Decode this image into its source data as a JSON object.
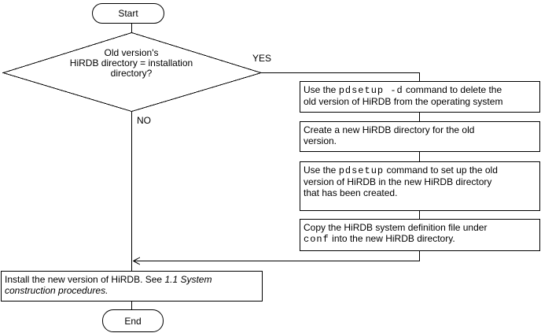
{
  "flow": {
    "start_label": "Start",
    "end_label": "End",
    "yes_label": "YES",
    "no_label": "NO",
    "decision": {
      "lines": [
        "Old version's",
        "HiRDB directory = installation",
        "directory?"
      ]
    },
    "steps": [
      {
        "lines": [
          [
            {
              "t": "Use the "
            },
            {
              "t": "pdsetup -d"
            },
            {
              "t": " command to delete the"
            }
          ],
          [
            {
              "t": "old version of HiRDB from the operating system"
            }
          ]
        ]
      },
      {
        "lines": [
          [
            {
              "t": "Create a new HiRDB directory for the old"
            }
          ],
          [
            {
              "t": "version."
            }
          ]
        ]
      },
      {
        "lines": [
          [
            {
              "t": "Use the "
            },
            {
              "t": "pdsetup"
            },
            {
              "t": " command to set up the old"
            }
          ],
          [
            {
              "t": "version of HiRDB in the new HiRDB directory"
            }
          ],
          [
            {
              "t": "that has been created."
            }
          ]
        ]
      },
      {
        "lines": [
          [
            {
              "t": "Copy the HiRDB system definition file under"
            }
          ],
          [
            {
              "t": "conf"
            },
            {
              "t": " into the new HiRDB directory."
            }
          ]
        ]
      },
      {
        "lines": [
          [
            {
              "t": "Install the new version of HiRDB. See "
            },
            {
              "t": "1.1 System"
            }
          ],
          [
            {
              "t": "construction procedures."
            }
          ]
        ]
      }
    ]
  },
  "colors": {
    "line": "#000000",
    "background": "#ffffff",
    "text": "#000000"
  }
}
